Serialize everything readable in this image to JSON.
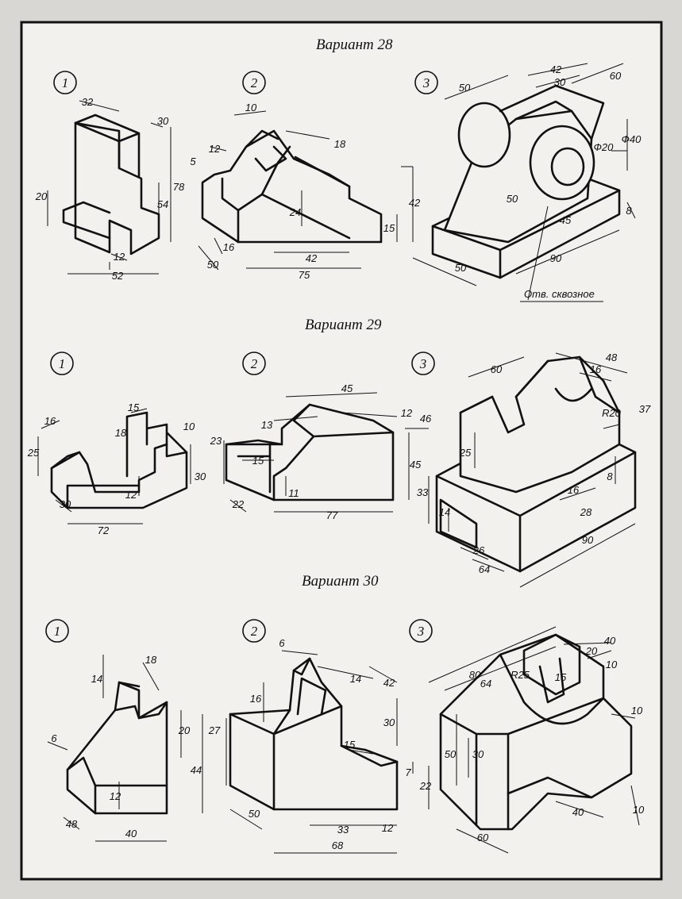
{
  "variants": [
    {
      "title": "Вариант 28",
      "views": [
        {
          "number": "1",
          "dims": [
            "32",
            "30",
            "20",
            "78",
            "54",
            "12",
            "52"
          ]
        },
        {
          "number": "2",
          "dims": [
            "10",
            "18",
            "12",
            "5",
            "24",
            "42",
            "15",
            "16",
            "50",
            "42",
            "75"
          ]
        },
        {
          "number": "3",
          "dims": [
            "50",
            "42",
            "30",
            "60",
            "Ф20",
            "Ф40",
            "50",
            "45",
            "8",
            "90",
            "50"
          ],
          "note": "Отв. сквозное"
        }
      ]
    },
    {
      "title": "Вариант 29",
      "views": [
        {
          "number": "1",
          "dims": [
            "16",
            "25",
            "15",
            "18",
            "10",
            "30",
            "12",
            "30",
            "72"
          ]
        },
        {
          "number": "2",
          "dims": [
            "45",
            "13",
            "12",
            "46",
            "23",
            "15",
            "45",
            "11",
            "22",
            "77"
          ]
        },
        {
          "number": "3",
          "dims": [
            "60",
            "48",
            "16",
            "R20",
            "37",
            "25",
            "8",
            "16",
            "33",
            "14",
            "28",
            "26",
            "64",
            "90"
          ]
        }
      ]
    },
    {
      "title": "Вариант 30",
      "views": [
        {
          "number": "1",
          "dims": [
            "14",
            "18",
            "6",
            "20",
            "44",
            "12",
            "48",
            "40"
          ]
        },
        {
          "number": "2",
          "dims": [
            "6",
            "14",
            "42",
            "16",
            "30",
            "27",
            "15",
            "7",
            "22",
            "50",
            "33",
            "12",
            "68"
          ]
        },
        {
          "number": "3",
          "dims": [
            "80",
            "64",
            "40",
            "20",
            "10",
            "R25",
            "15",
            "10",
            "50",
            "30",
            "40",
            "10",
            "60"
          ]
        }
      ]
    }
  ]
}
